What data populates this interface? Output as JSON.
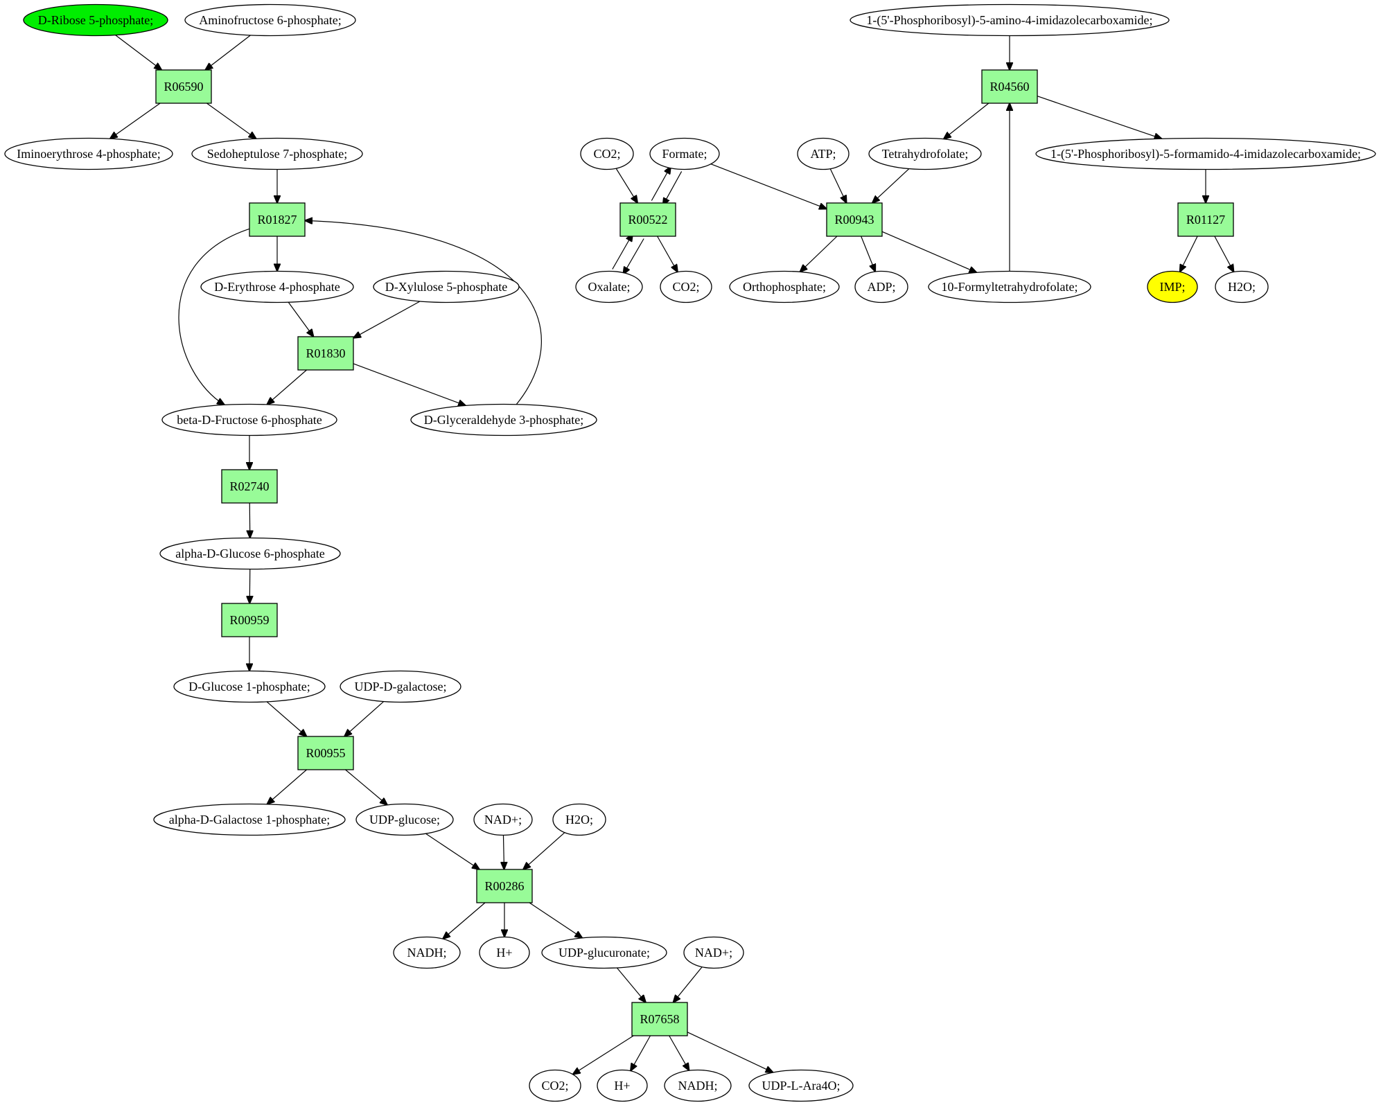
{
  "diagram": {
    "type": "metabolic-pathway-graph",
    "colors": {
      "reaction_fill": "#98fb98",
      "source_fill": "#00ee00",
      "target_fill": "#ffff00",
      "compound_fill": "#ffffff",
      "stroke": "#000000"
    },
    "nodes": [
      {
        "id": "c_ribose5p",
        "kind": "compound",
        "label": "D-Ribose 5-phosphate;",
        "role": "source"
      },
      {
        "id": "c_aminofructose6p",
        "kind": "compound",
        "label": "Aminofructose 6-phosphate;"
      },
      {
        "id": "r_R06590",
        "kind": "reaction",
        "label": "R06590"
      },
      {
        "id": "c_iminoerythrose4p",
        "kind": "compound",
        "label": "Iminoerythrose 4-phosphate;"
      },
      {
        "id": "c_sedoheptulose7p",
        "kind": "compound",
        "label": "Sedoheptulose 7-phosphate;"
      },
      {
        "id": "r_R01827",
        "kind": "reaction",
        "label": "R01827"
      },
      {
        "id": "c_erythrose4p",
        "kind": "compound",
        "label": "D-Erythrose 4-phosphate"
      },
      {
        "id": "c_xylulose5p",
        "kind": "compound",
        "label": "D-Xylulose 5-phosphate"
      },
      {
        "id": "r_R01830",
        "kind": "reaction",
        "label": "R01830"
      },
      {
        "id": "c_bfructose6p",
        "kind": "compound",
        "label": "beta-D-Fructose 6-phosphate"
      },
      {
        "id": "c_glyceraldehyde3p",
        "kind": "compound",
        "label": "D-Glyceraldehyde 3-phosphate;"
      },
      {
        "id": "r_R02740",
        "kind": "reaction",
        "label": "R02740"
      },
      {
        "id": "c_aglucose6p",
        "kind": "compound",
        "label": "alpha-D-Glucose 6-phosphate"
      },
      {
        "id": "r_R00959",
        "kind": "reaction",
        "label": "R00959"
      },
      {
        "id": "c_glucose1p",
        "kind": "compound",
        "label": "D-Glucose 1-phosphate;"
      },
      {
        "id": "c_udpgalactose",
        "kind": "compound",
        "label": "UDP-D-galactose;"
      },
      {
        "id": "r_R00955",
        "kind": "reaction",
        "label": "R00955"
      },
      {
        "id": "c_agalactose1p",
        "kind": "compound",
        "label": "alpha-D-Galactose 1-phosphate;"
      },
      {
        "id": "c_udpglucose",
        "kind": "compound",
        "label": "UDP-glucose;"
      },
      {
        "id": "c_nadplus_1",
        "kind": "compound",
        "label": "NAD+;"
      },
      {
        "id": "c_h2o_1",
        "kind": "compound",
        "label": "H2O;"
      },
      {
        "id": "r_R00286",
        "kind": "reaction",
        "label": "R00286"
      },
      {
        "id": "c_nadh_1",
        "kind": "compound",
        "label": "NADH;"
      },
      {
        "id": "c_hplus_1",
        "kind": "compound",
        "label": "H+"
      },
      {
        "id": "c_udpglucuronate",
        "kind": "compound",
        "label": "UDP-glucuronate;"
      },
      {
        "id": "c_nadplus_2",
        "kind": "compound",
        "label": "NAD+;"
      },
      {
        "id": "r_R07658",
        "kind": "reaction",
        "label": "R07658"
      },
      {
        "id": "c_co2_3",
        "kind": "compound",
        "label": "CO2;"
      },
      {
        "id": "c_hplus_2",
        "kind": "compound",
        "label": "H+"
      },
      {
        "id": "c_nadh_2",
        "kind": "compound",
        "label": "NADH;"
      },
      {
        "id": "c_udplara4o",
        "kind": "compound",
        "label": "UDP-L-Ara4O;"
      },
      {
        "id": "c_aicar",
        "kind": "compound",
        "label": "1-(5'-Phosphoribosyl)-5-amino-4-imidazolecarboxamide;"
      },
      {
        "id": "r_R04560",
        "kind": "reaction",
        "label": "R04560"
      },
      {
        "id": "c_co2_1",
        "kind": "compound",
        "label": "CO2;"
      },
      {
        "id": "c_formate",
        "kind": "compound",
        "label": "Formate;"
      },
      {
        "id": "c_atp",
        "kind": "compound",
        "label": "ATP;"
      },
      {
        "id": "c_thf",
        "kind": "compound",
        "label": "Tetrahydrofolate;"
      },
      {
        "id": "c_faicar",
        "kind": "compound",
        "label": "1-(5'-Phosphoribosyl)-5-formamido-4-imidazolecarboxamide;"
      },
      {
        "id": "r_R00522",
        "kind": "reaction",
        "label": "R00522"
      },
      {
        "id": "r_R00943",
        "kind": "reaction",
        "label": "R00943"
      },
      {
        "id": "r_R01127",
        "kind": "reaction",
        "label": "R01127"
      },
      {
        "id": "c_oxalate",
        "kind": "compound",
        "label": "Oxalate;"
      },
      {
        "id": "c_co2_2",
        "kind": "compound",
        "label": "CO2;"
      },
      {
        "id": "c_orthophosphate",
        "kind": "compound",
        "label": "Orthophosphate;"
      },
      {
        "id": "c_adp",
        "kind": "compound",
        "label": "ADP;"
      },
      {
        "id": "c_10fthf",
        "kind": "compound",
        "label": "10-Formyltetrahydrofolate;"
      },
      {
        "id": "c_imp",
        "kind": "compound",
        "label": "IMP;",
        "role": "target"
      },
      {
        "id": "c_h2o_2",
        "kind": "compound",
        "label": "H2O;"
      }
    ],
    "edges": [
      {
        "from": "c_ribose5p",
        "to": "r_R06590"
      },
      {
        "from": "c_aminofructose6p",
        "to": "r_R06590"
      },
      {
        "from": "r_R06590",
        "to": "c_iminoerythrose4p"
      },
      {
        "from": "r_R06590",
        "to": "c_sedoheptulose7p"
      },
      {
        "from": "c_sedoheptulose7p",
        "to": "r_R01827"
      },
      {
        "from": "r_R01827",
        "to": "c_erythrose4p"
      },
      {
        "from": "r_R01827",
        "to": "c_bfructose6p"
      },
      {
        "from": "c_glyceraldehyde3p",
        "to": "r_R01827"
      },
      {
        "from": "c_erythrose4p",
        "to": "r_R01830"
      },
      {
        "from": "c_xylulose5p",
        "to": "r_R01830"
      },
      {
        "from": "r_R01830",
        "to": "c_bfructose6p"
      },
      {
        "from": "r_R01830",
        "to": "c_glyceraldehyde3p"
      },
      {
        "from": "c_bfructose6p",
        "to": "r_R02740"
      },
      {
        "from": "r_R02740",
        "to": "c_aglucose6p"
      },
      {
        "from": "c_aglucose6p",
        "to": "r_R00959"
      },
      {
        "from": "r_R00959",
        "to": "c_glucose1p"
      },
      {
        "from": "c_glucose1p",
        "to": "r_R00955"
      },
      {
        "from": "c_udpgalactose",
        "to": "r_R00955"
      },
      {
        "from": "r_R00955",
        "to": "c_agalactose1p"
      },
      {
        "from": "r_R00955",
        "to": "c_udpglucose"
      },
      {
        "from": "c_udpglucose",
        "to": "r_R00286"
      },
      {
        "from": "c_nadplus_1",
        "to": "r_R00286"
      },
      {
        "from": "c_h2o_1",
        "to": "r_R00286"
      },
      {
        "from": "r_R00286",
        "to": "c_nadh_1"
      },
      {
        "from": "r_R00286",
        "to": "c_hplus_1"
      },
      {
        "from": "r_R00286",
        "to": "c_udpglucuronate"
      },
      {
        "from": "c_udpglucuronate",
        "to": "r_R07658"
      },
      {
        "from": "c_nadplus_2",
        "to": "r_R07658"
      },
      {
        "from": "r_R07658",
        "to": "c_co2_3"
      },
      {
        "from": "r_R07658",
        "to": "c_hplus_2"
      },
      {
        "from": "r_R07658",
        "to": "c_nadh_2"
      },
      {
        "from": "r_R07658",
        "to": "c_udplara4o"
      },
      {
        "from": "c_aicar",
        "to": "r_R04560"
      },
      {
        "from": "r_R04560",
        "to": "c_thf"
      },
      {
        "from": "r_R04560",
        "to": "c_faicar"
      },
      {
        "from": "c_10fthf",
        "to": "r_R04560"
      },
      {
        "from": "c_faicar",
        "to": "r_R01127"
      },
      {
        "from": "r_R01127",
        "to": "c_imp"
      },
      {
        "from": "r_R01127",
        "to": "c_h2o_2"
      },
      {
        "from": "c_co2_1",
        "to": "r_R00522"
      },
      {
        "from": "c_formate",
        "to": "r_R00522"
      },
      {
        "from": "r_R00522",
        "to": "c_formate"
      },
      {
        "from": "c_oxalate",
        "to": "r_R00522"
      },
      {
        "from": "r_R00522",
        "to": "c_oxalate"
      },
      {
        "from": "r_R00522",
        "to": "c_co2_2"
      },
      {
        "from": "c_formate",
        "to": "r_R00943"
      },
      {
        "from": "c_atp",
        "to": "r_R00943"
      },
      {
        "from": "c_thf",
        "to": "r_R00943"
      },
      {
        "from": "r_R00943",
        "to": "c_orthophosphate"
      },
      {
        "from": "r_R00943",
        "to": "c_adp"
      },
      {
        "from": "r_R00943",
        "to": "c_10fthf"
      }
    ]
  }
}
